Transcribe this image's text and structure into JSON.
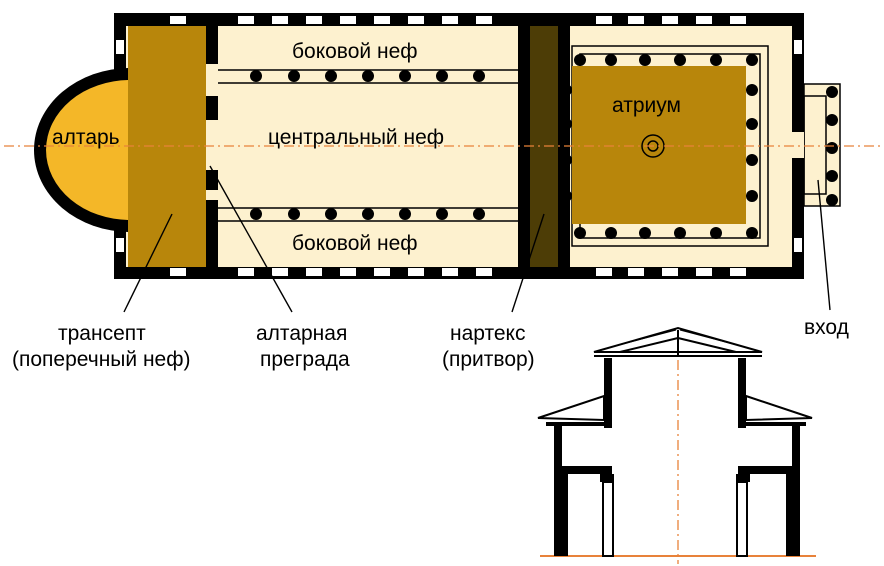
{
  "labels": {
    "altar": "алтарь",
    "side_nave_top": "боковой неф",
    "central_nave": "центральный неф",
    "side_nave_bottom": "боковой неф",
    "atrium": "атриум",
    "transept_line1": "трансепт",
    "transept_line2": "(поперечный неф)",
    "altar_barrier_line1": "алтарная",
    "altar_barrier_line2": "преграда",
    "narthex_line1": "нартекс",
    "narthex_line2": "(притвор)",
    "entrance": "вход"
  },
  "colors": {
    "wall": "#000000",
    "nave_fill": "#fdf1cf",
    "transept_fill": "#b8860b",
    "altar_fill": "#f4b728",
    "narthex_fill": "#4d3d06",
    "atrium_fill": "#b8860b",
    "axis_line": "#e8823a"
  }
}
